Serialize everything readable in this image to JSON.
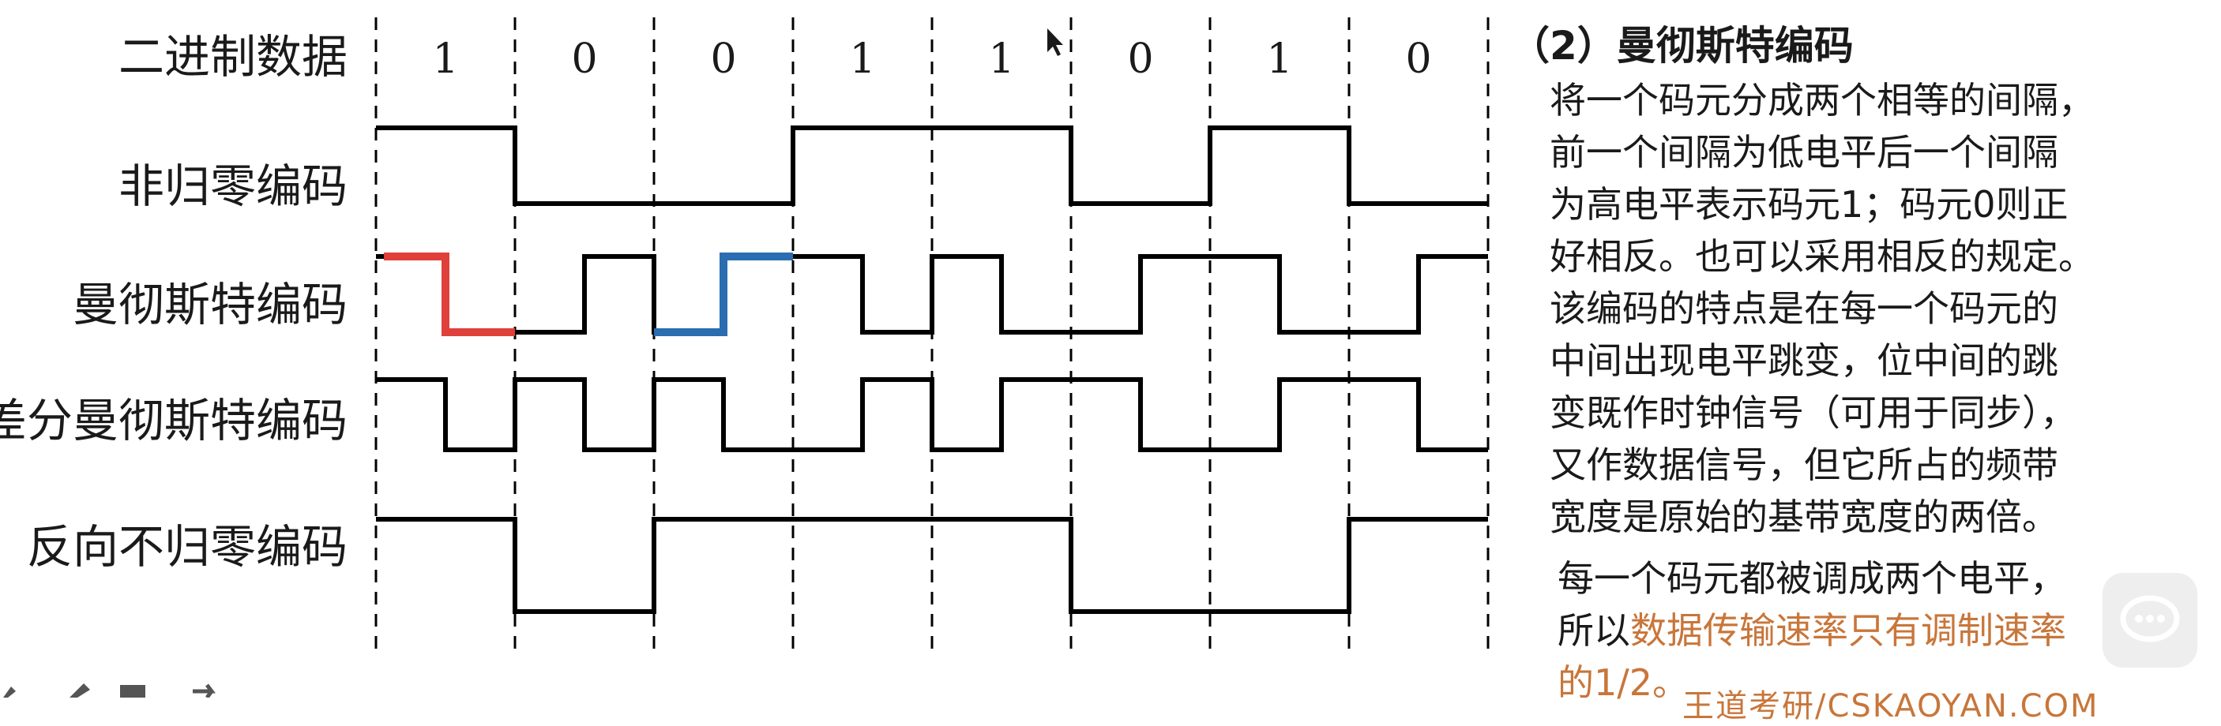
{
  "rows": {
    "binary": "二进制数据",
    "nrz": "非归零编码",
    "manchester": "曼彻斯特编码",
    "diff_manchester": "差分曼彻斯特编码",
    "nrzi": "反向不归零编码"
  },
  "bits": [
    "1",
    "0",
    "0",
    "1",
    "1",
    "0",
    "1",
    "0"
  ],
  "side_panel": {
    "title": "（2）曼彻斯特编码",
    "description_lines": [
      "将一个码元分成两个相等的间隔，",
      "前一个间隔为低电平后一个间隔",
      "为高电平表示码元1；码元0则正",
      "好相反。也可以采用相反的规定。",
      "该编码的特点是在每一个码元的",
      "中间出现电平跳变，位中间的跳",
      "变既作时钟信号（可用于同步），",
      "又作数据信号，但它所占的频带",
      "宽度是原始的基带宽度的两倍。"
    ],
    "note_line1": "每一个码元都被调成两个电平，",
    "note_line2_prefix": "所以",
    "note_line2_highlight": "数据传输速率只有调制速率",
    "note_line3": "的1/2。"
  },
  "footer_brand": "王道考研/CSKAOYAN.COM",
  "waveforms": {
    "nrz": [
      1,
      0,
      0,
      1,
      1,
      0,
      1,
      0
    ],
    "manchester_halves": [
      [
        1,
        0
      ],
      [
        0,
        1
      ],
      [
        0,
        1
      ],
      [
        1,
        0
      ],
      [
        1,
        0
      ],
      [
        0,
        1
      ],
      [
        1,
        0
      ],
      [
        0,
        1
      ]
    ],
    "diff_manchester_halves": [
      [
        1,
        0
      ],
      [
        1,
        0
      ],
      [
        1,
        0
      ],
      [
        0,
        1
      ],
      [
        0,
        1
      ],
      [
        1,
        0
      ],
      [
        0,
        1
      ],
      [
        1,
        0
      ]
    ],
    "nrzi": [
      1,
      0,
      1,
      1,
      1,
      0,
      0,
      1
    ]
  },
  "colors": {
    "signal": "#000000",
    "highlight_bit1": "#e0403a",
    "highlight_bit0": "#2a6db0",
    "accent_text": "#c8763a"
  },
  "icons": {
    "toolbar": [
      "pen-icon",
      "pencil-icon",
      "rectangle-icon",
      "arrow-icon"
    ],
    "bubble": "chat-bubble-icon"
  }
}
